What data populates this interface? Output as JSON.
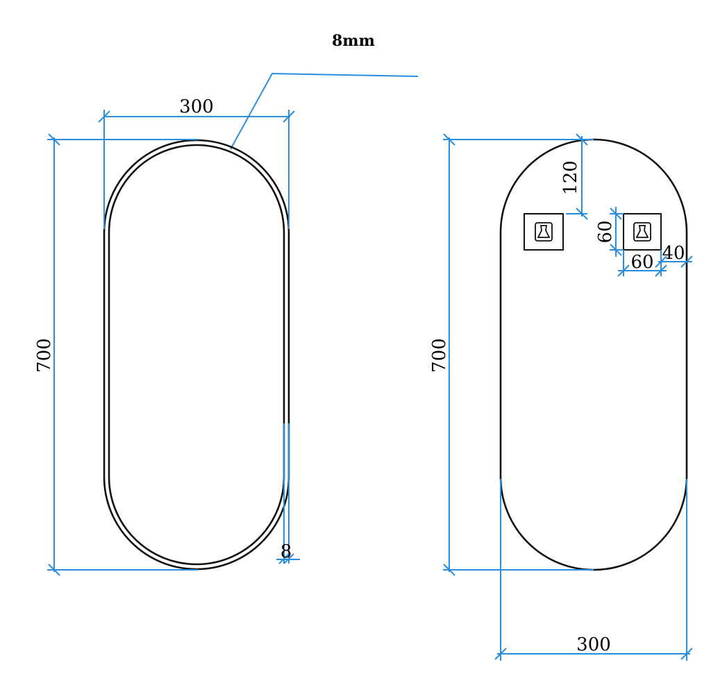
{
  "note": {
    "material_thickness": "8mm"
  },
  "front_view": {
    "width_label": "300",
    "height_label": "700",
    "frame_label": "8"
  },
  "back_view": {
    "width_label": "300",
    "height_label": "700",
    "hanger_top_offset_label": "120",
    "hanger_height_label": "60",
    "hanger_width_label": "60",
    "hanger_side_offset_label": "40",
    "hanger_icon": "hook-plate-icon"
  },
  "colors": {
    "outline": "#111111",
    "dimension": "#2a8de0"
  }
}
